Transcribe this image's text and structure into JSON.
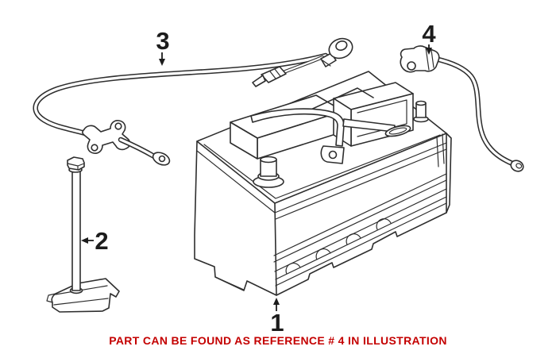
{
  "illustration_title": "battery-and-cables-parts-diagram",
  "callouts": [
    {
      "label": "1"
    },
    {
      "label": "2"
    },
    {
      "label": "3"
    },
    {
      "label": "4"
    }
  ],
  "caption": {
    "text": "PART CAN BE FOUND AS REFERENCE # 4 IN ILLUSTRATION",
    "color": "#C40000"
  },
  "colors": {
    "background": "#ffffff",
    "line_art": "#2e2e2e",
    "callout_text": "#1c1c1c"
  }
}
